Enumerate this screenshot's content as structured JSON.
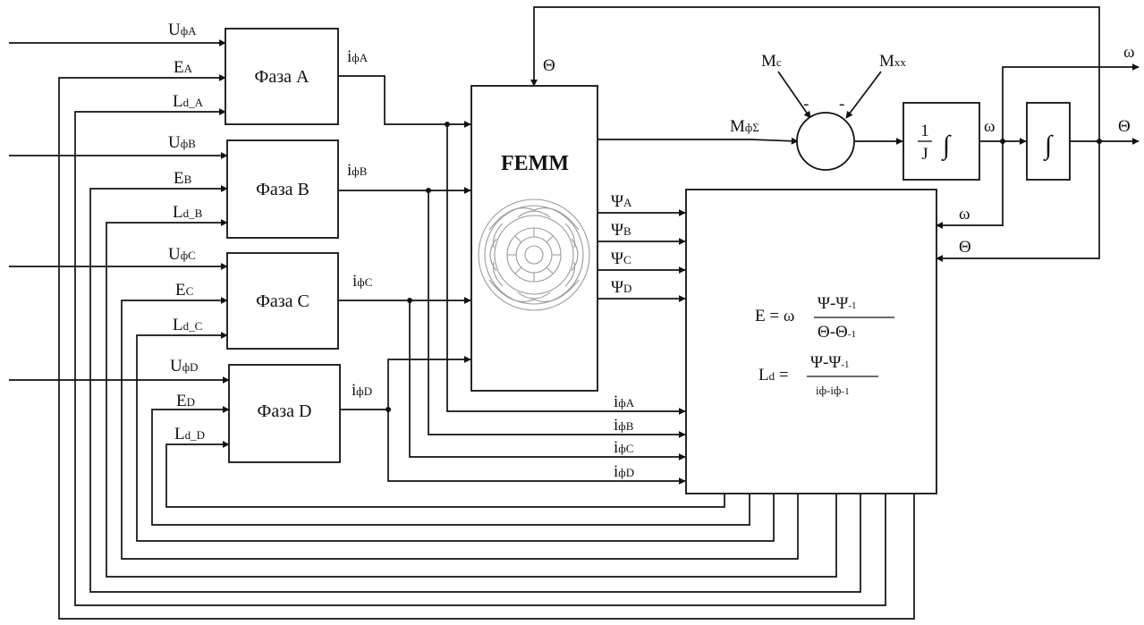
{
  "blocks": {
    "phase_a": "Фаза A",
    "phase_b": "Фаза B",
    "phase_c": "Фаза C",
    "phase_d": "Фаза D",
    "femm": "FEMM",
    "inertia_num": "1",
    "inertia_den": "J",
    "integral": "∫"
  },
  "inputs": {
    "u": "U",
    "phi": "ф",
    "e": "E",
    "l": "L",
    "d": "d",
    "a": "A",
    "b": "B",
    "c": "C",
    "dd": "D",
    "a_low": "A",
    "b_low": "B",
    "c_low": "C",
    "d_low": "D"
  },
  "signals": {
    "theta": "Θ",
    "omega": "ω",
    "m": "M",
    "mc_sub": "c",
    "mxx_sub": "xx",
    "msum_sub": "фΣ",
    "minus": "-",
    "psi": "Ψ",
    "i": "i",
    "phi_sub": "ф"
  },
  "equations": {
    "e_lhs": "E = ω",
    "e_num": "Ψ-Ψ",
    "e_num_sub": "-1",
    "e_den": "Θ-Θ",
    "e_den_sub": "-1",
    "l_lhs": "L",
    "l_lhs_sub": "d",
    "l_eq": "=",
    "l_num": "Ψ-Ψ",
    "l_num_sub": "-1",
    "l_den": "iф-iф",
    "l_den_sub": "-1"
  }
}
